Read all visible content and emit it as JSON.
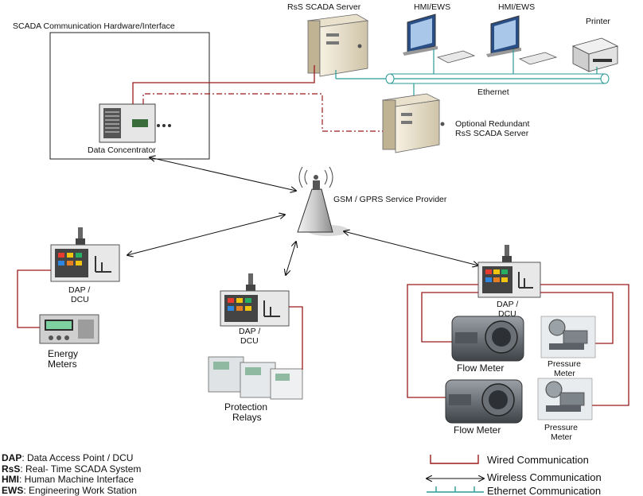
{
  "labels": {
    "scada_box_title": "SCADA Communication Hardware/Interface",
    "data_concentrator": "Data Concentrator",
    "rss_server": "RsS SCADA Server",
    "hmi1": "HMI/EWS",
    "hmi2": "HMI/EWS",
    "printer": "Printer",
    "ethernet": "Ethernet",
    "redundant_line1": "Optional Redundant",
    "redundant_line2": "RsS SCADA Server",
    "gsm": "GSM / GPRS Service Provider",
    "dap_left_1": "DAP /",
    "dap_left_2": "DCU",
    "energy_1": "Energy",
    "energy_2": "Meters",
    "dap_mid_1": "DAP /",
    "dap_mid_2": "DCU",
    "relays_1": "Protection",
    "relays_2": "Relays",
    "dap_right_1": "DAP /",
    "dap_right_2": "DCU",
    "flow_meter_top": "Flow Meter",
    "flow_meter_bottom": "Flow Meter",
    "pressure_top_1": "Pressure",
    "pressure_top_2": "Meter",
    "pressure_bottom_1": "Pressure",
    "pressure_bottom_2": "Meter"
  },
  "abbreviations": [
    {
      "key": "DAP",
      "text": ": Data Access Point / DCU"
    },
    {
      "key": "RsS",
      "text": ": Real- Time SCADA System"
    },
    {
      "key": "HMI",
      "text": ": Human Machine Interface"
    },
    {
      "key": "EWS",
      "text": ": Engineering Work Station"
    }
  ],
  "line_legend": [
    {
      "text": "Wired Communication"
    },
    {
      "text": "Wireless Communication"
    },
    {
      "text": "Ethernet Communication"
    }
  ],
  "colors": {
    "wired": "#9a1a1a",
    "ethernet": "#2a9a96",
    "wireless": "#111111"
  }
}
